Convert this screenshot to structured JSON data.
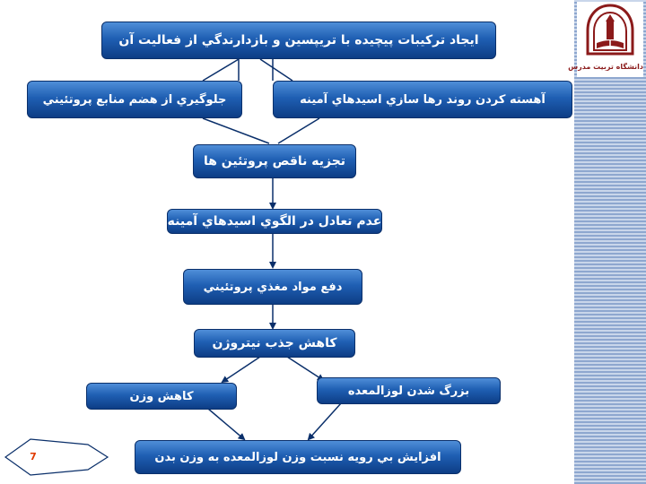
{
  "logo": {
    "caption": "دانشگاه تربیت مدرس"
  },
  "flow": {
    "top": "ايجاد تركيبات پيچيده با تريپسين و بازدارندگي  از فعاليت آن",
    "left_branch": "جلوگيري  از هضم منابع پروتئيني",
    "right_branch": "آهسته كردن روند رها سازي اسيدهاي آمينه",
    "step1": "تجزيه ناقص پروتئين ها",
    "step2": "عدم تعادل در الگوي اسيدهاي آمينه",
    "step3": "دفع مواد مغذي  پروتئيني",
    "step4": "كاهش جذب نيتروژن",
    "left_out": "كاهش وزن",
    "right_out": "بزرگ  شدن لوزالمعده",
    "final": "افزايش بي  رويه نسبت وزن لوزالمعده به وزن بدن"
  },
  "page_number": "7",
  "colors": {
    "box_top": "#4f8ed8",
    "box_bottom": "#0d3d85",
    "page_number": "#e03a00"
  }
}
